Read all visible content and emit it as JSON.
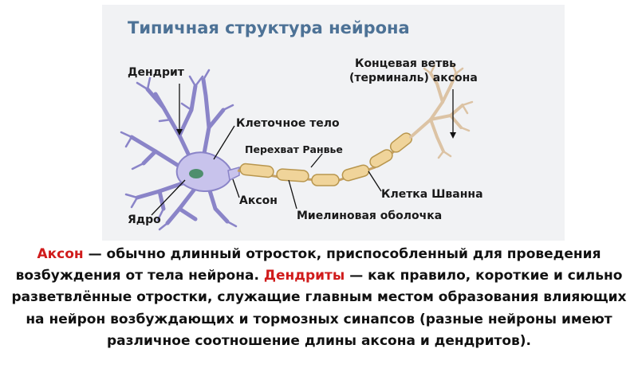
{
  "diagram": {
    "title": "Типичная структура нейрона",
    "labels": {
      "dendrite": "Дендрит",
      "terminal_line1": "Концевая ветвь",
      "terminal_line2": "(терминаль) аксона",
      "cell_body": "Клеточное тело",
      "ranvier": "Перехват Ранвье",
      "axon": "Аксон",
      "schwann": "Клетка Шванна",
      "nucleus": "Ядро",
      "myelin": "Миелиновая оболочка"
    },
    "colors": {
      "neuron_fill": "#c8c3ec",
      "neuron_stroke": "#8a84c8",
      "nucleus": "#4f8f6e",
      "myelin_fill": "#f0d49a",
      "myelin_stroke": "#b8964e",
      "terminal": "#dcc3a4",
      "title": "#4d7296",
      "highlight": "#d01b1b"
    }
  },
  "description": {
    "term_axon": "Аксон",
    "text_1": " — обычно длинный отросток, приспособленный для проведения возбуждения от тела нейрона. ",
    "term_dendrites": "Дендриты",
    "text_2": " — как правило, короткие и сильно разветвлённые отростки, служащие главным местом образования влияющих на нейрон возбуждающих и тормозных синапсов (разные нейроны имеют различное соотношение длины аксона и дендритов)."
  }
}
